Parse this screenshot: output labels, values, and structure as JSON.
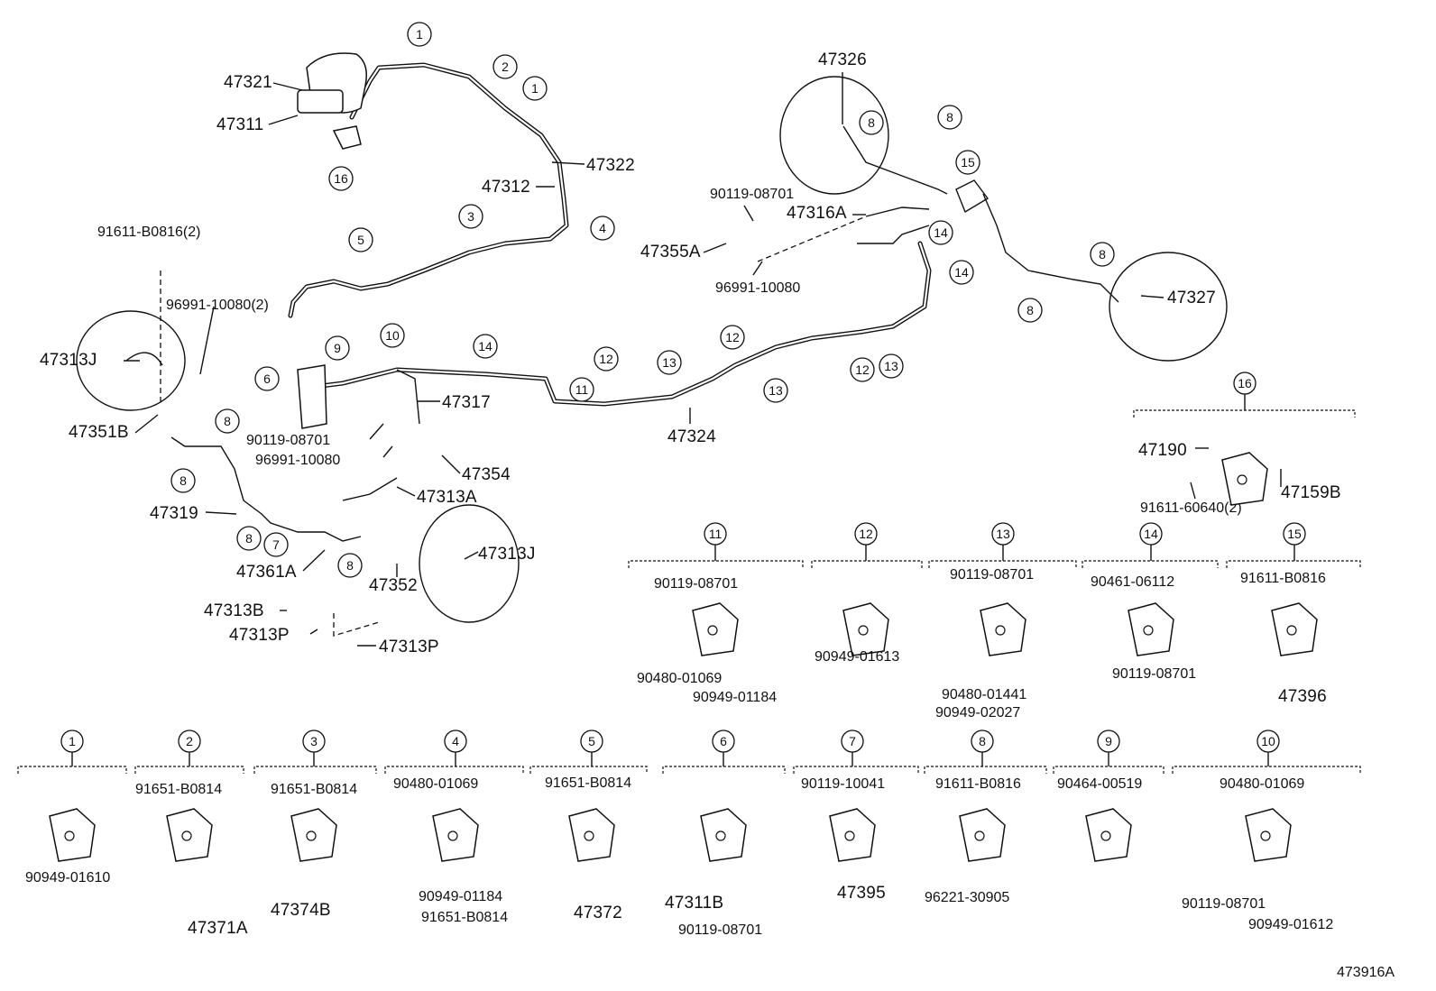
{
  "diagram_id": "473916A",
  "part_labels": [
    "47321",
    "47311",
    "47322",
    "47312",
    "91611-B0816(2)",
    "96991-10080(2)",
    "47313J",
    "47351B",
    "47317",
    "90119-08701",
    "96991-10080",
    "47354",
    "47313A",
    "47319",
    "47361A",
    "47352",
    "47313J",
    "47313B",
    "47313P",
    "47313P",
    "47324",
    "47326",
    "90119-08701",
    "47316A",
    "47355A",
    "96991-10080",
    "47327",
    "47190",
    "47159B",
    "91611-60640(2)"
  ],
  "callouts": [
    "1",
    "2",
    "1",
    "16",
    "3",
    "4",
    "5",
    "6",
    "9",
    "10",
    "14",
    "8",
    "8",
    "8",
    "7",
    "8",
    "11",
    "12",
    "13",
    "12",
    "13",
    "12",
    "13",
    "8",
    "8",
    "15",
    "14",
    "14",
    "8",
    "8"
  ],
  "groups": [
    {
      "num": "11",
      "labels": [
        "90119-08701",
        "90480-01069",
        "90949-01184"
      ]
    },
    {
      "num": "12",
      "labels": [
        "90949-01613"
      ]
    },
    {
      "num": "13",
      "labels": [
        "90119-08701",
        "90480-01441",
        "90949-02027"
      ]
    },
    {
      "num": "14",
      "labels": [
        "90461-06112",
        "90119-08701"
      ]
    },
    {
      "num": "15",
      "labels": [
        "91611-B0816",
        "47396"
      ]
    },
    {
      "num": "16",
      "labels": []
    },
    {
      "num": "1",
      "labels": [
        "90949-01610"
      ]
    },
    {
      "num": "2",
      "labels": [
        "91651-B0814",
        "47371A"
      ]
    },
    {
      "num": "3",
      "labels": [
        "91651-B0814",
        "47374B"
      ]
    },
    {
      "num": "4",
      "labels": [
        "90480-01069",
        "90949-01184",
        "91651-B0814"
      ]
    },
    {
      "num": "5",
      "labels": [
        "91651-B0814",
        "47372"
      ]
    },
    {
      "num": "6",
      "labels": [
        "47311B",
        "90119-08701"
      ]
    },
    {
      "num": "7",
      "labels": [
        "90119-10041",
        "47395"
      ]
    },
    {
      "num": "8",
      "labels": [
        "91611-B0816",
        "96221-30905"
      ]
    },
    {
      "num": "9",
      "labels": [
        "90464-00519"
      ]
    },
    {
      "num": "10",
      "labels": [
        "90480-01069",
        "90119-08701",
        "90949-01612"
      ]
    }
  ]
}
